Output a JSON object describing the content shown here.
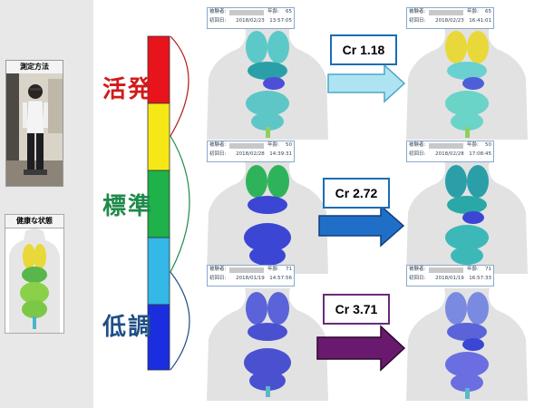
{
  "left_panel": {
    "photo_title": "測定方法",
    "healthy_title": "健康な状態"
  },
  "scale": {
    "labels": [
      "活発",
      "標準",
      "低調"
    ],
    "label_colors": [
      "#d21a1a",
      "#1f8a4a",
      "#1f4f86"
    ],
    "bar_colors": [
      "#e8141c",
      "#f6e817",
      "#1fb14a",
      "#33b8e8",
      "#1a2ee0"
    ]
  },
  "rows": [
    {
      "before": {
        "label_subject": "被験者:",
        "label_age": "年齢:",
        "age": "65",
        "label_first": "初回日:",
        "datetime": "2018/02/23　13:57:05"
      },
      "after": {
        "label_subject": "被験者:",
        "label_age": "年齢:",
        "age": "65",
        "label_first": "初回日:",
        "datetime": "2018/02/23　16:41:01"
      },
      "cr": "Cr 1.18",
      "cr_border": "#1a6db5",
      "arrow_color": "#aee4f2",
      "arrow_stroke": "#4aa6c8"
    },
    {
      "before": {
        "label_subject": "被験者:",
        "label_age": "年齢:",
        "age": "50",
        "label_first": "初回日:",
        "datetime": "2018/02/28　14:39:31"
      },
      "after": {
        "label_subject": "被験者:",
        "label_age": "年齢:",
        "age": "50",
        "label_first": "初回日:",
        "datetime": "2018/02/28　17:08:45"
      },
      "cr": "Cr 2.72",
      "cr_border": "#1a6db5",
      "arrow_color": "#1f6fc8",
      "arrow_stroke": "#123f7a"
    },
    {
      "before": {
        "label_subject": "被験者:",
        "label_age": "年齢:",
        "age": "71",
        "label_first": "初回日:",
        "datetime": "2018/01/19　14:57:56"
      },
      "after": {
        "label_subject": "被験者:",
        "label_age": "年齢:",
        "age": "71",
        "label_first": "初回日:",
        "datetime": "2018/01/19　16:57:33"
      },
      "cr": "Cr 3.71",
      "cr_border": "#6a2a7a",
      "arrow_color": "#6a1a6e",
      "arrow_stroke": "#2a0a2e"
    }
  ]
}
